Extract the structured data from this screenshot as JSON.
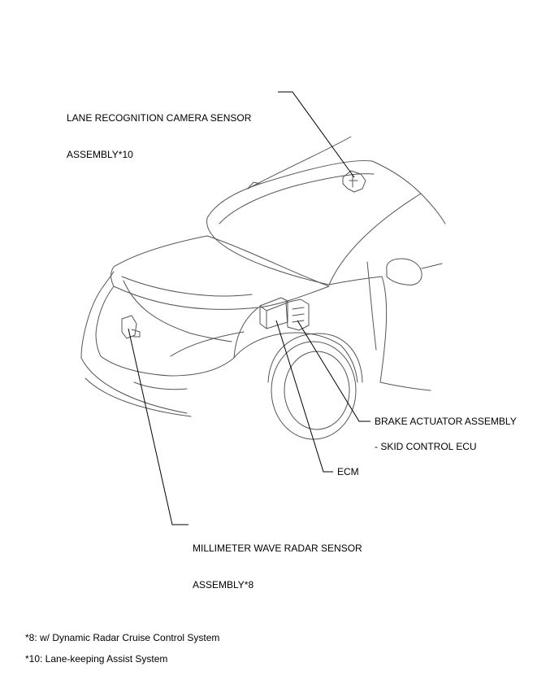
{
  "callouts": {
    "camera": {
      "line_1": "LANE RECOGNITION CAMERA SENSOR",
      "line_2": "ASSEMBLY*10"
    },
    "brake_actuator": "BRAKE ACTUATOR ASSEMBLY",
    "skid_control": "- SKID CONTROL ECU",
    "ecm": "ECM",
    "radar": {
      "line_1": "MILLIMETER WAVE RADAR SENSOR",
      "line_2": "ASSEMBLY*8"
    }
  },
  "footnotes": [
    "*8: w/ Dynamic Radar Cruise Control System",
    "*10: Lane-keeping Assist System"
  ],
  "colors": {
    "outline": "#555555",
    "leader": "#000000",
    "text": "#000000"
  }
}
